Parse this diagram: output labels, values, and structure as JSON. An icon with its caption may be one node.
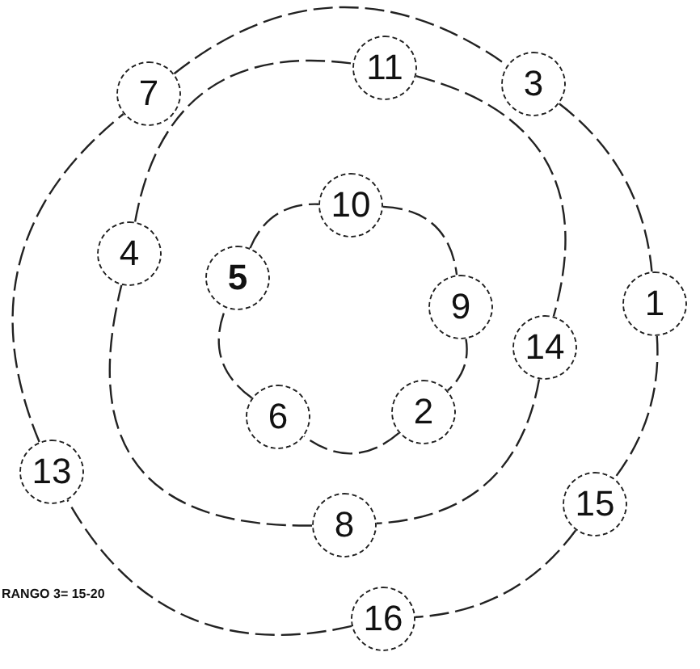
{
  "diagram": {
    "nodes": [
      {
        "text": [
          "7"
        ]
      },
      {
        "text": [
          "11"
        ]
      },
      {
        "text": [
          "3"
        ]
      },
      {
        "text": [
          "10"
        ]
      },
      {
        "text": [
          "4"
        ]
      },
      {
        "text": [
          "5"
        ]
      },
      {
        "text": [
          "9"
        ]
      },
      {
        "text": [
          "1"
        ]
      },
      {
        "text": [
          "14"
        ]
      },
      {
        "text": [
          "6"
        ]
      },
      {
        "text": [
          "2"
        ]
      },
      {
        "text": [
          "13"
        ]
      },
      {
        "text": [
          "8"
        ]
      },
      {
        "text": [
          "15"
        ]
      },
      {
        "text": [
          "16"
        ]
      }
    ],
    "edges": [
      {
        "from": 0,
        "to": 2,
        "arrow": "none"
      },
      {
        "from": 2,
        "to": 7,
        "arrow": "none"
      },
      {
        "from": 7,
        "to": 13,
        "arrow": "none"
      },
      {
        "from": 13,
        "to": 14,
        "arrow": "none"
      },
      {
        "from": 14,
        "to": 11,
        "arrow": "none"
      },
      {
        "from": 11,
        "to": 0,
        "arrow": "none"
      },
      {
        "from": 1,
        "to": 8,
        "arrow": "none"
      },
      {
        "from": 8,
        "to": 12,
        "arrow": "none"
      },
      {
        "from": 12,
        "to": 4,
        "arrow": "none"
      },
      {
        "from": 4,
        "to": 1,
        "arrow": "none"
      },
      {
        "from": 3,
        "to": 6,
        "arrow": "none"
      },
      {
        "from": 6,
        "to": 10,
        "arrow": "none"
      },
      {
        "from": 10,
        "to": 9,
        "arrow": "none"
      },
      {
        "from": 9,
        "to": 5,
        "arrow": "none"
      },
      {
        "from": 5,
        "to": 3,
        "arrow": "none"
      }
    ],
    "labels": [
      "RANGO 3= 15-20"
    ]
  }
}
